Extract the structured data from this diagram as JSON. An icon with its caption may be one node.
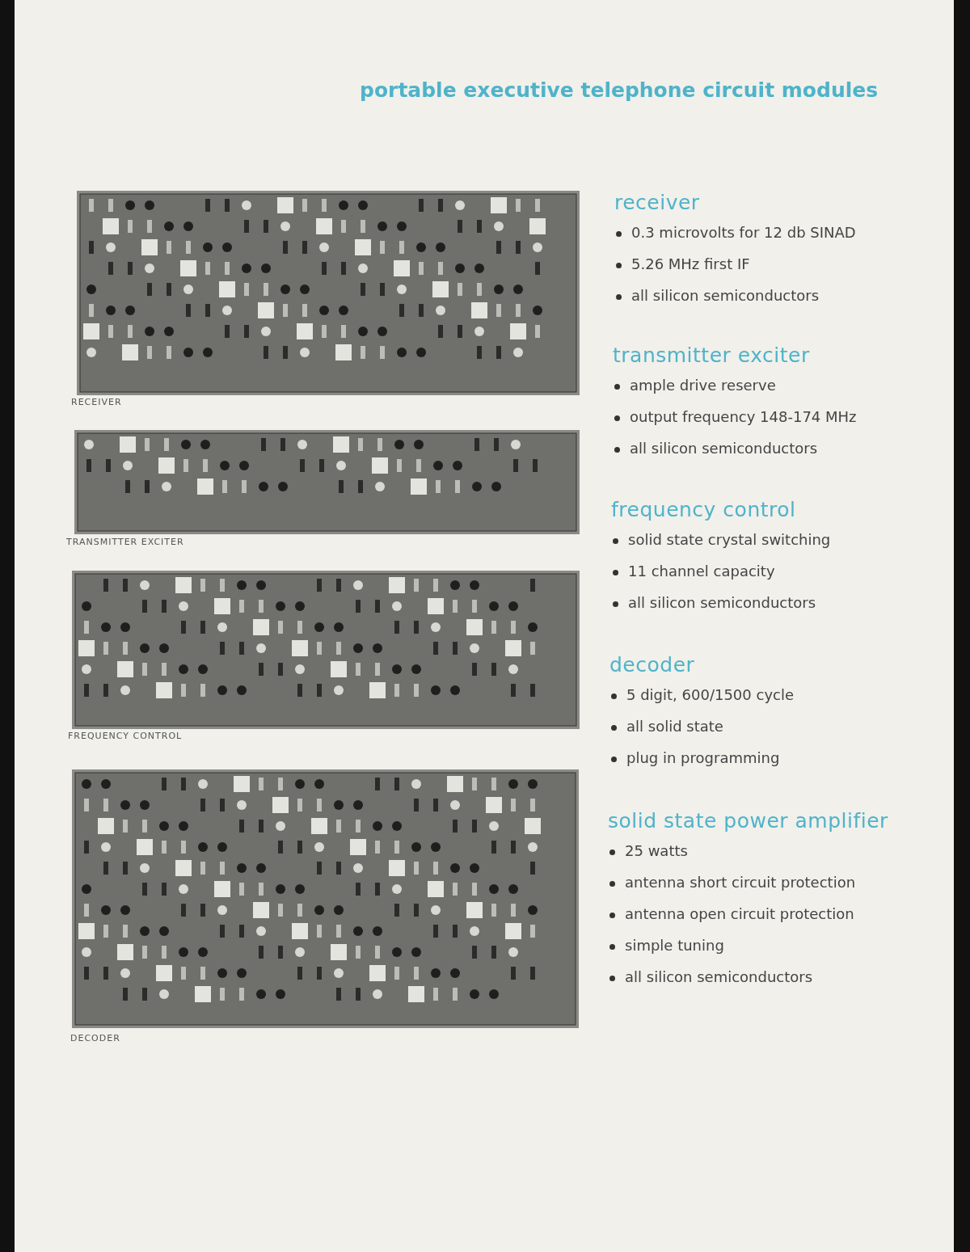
{
  "diagram": {
    "title": "portable executive telephone circuit modules",
    "nodes": [
      {
        "text": [],
        "shape": "picture",
        "beside": [
          "RECEIVER"
        ]
      },
      {
        "text": [],
        "shape": "picture",
        "beside": [
          "TRANSMITTER EXCITER"
        ]
      },
      {
        "text": [],
        "shape": "picture",
        "beside": [
          "FREQUENCY CONTROL"
        ]
      },
      {
        "text": [],
        "shape": "picture",
        "beside": [
          "DECODER"
        ]
      }
    ],
    "edges": [],
    "labels": [
      "receiver",
      "0.3 microvolts for 12 db SINAD",
      "5.26 MHz first IF",
      "all silicon semiconductors",
      "transmitter exciter",
      "ample drive reserve",
      "output frequency 148-174 MHz",
      "all silicon semiconductors",
      "frequency control",
      "solid state crystal switching",
      "11 channel capacity",
      "all silicon semiconductors",
      "decoder",
      "5 digit, 600/1500 cycle",
      "all solid state",
      "plug in programming",
      "solid state power amplifier",
      "25 watts",
      "antenna short circuit protection",
      "antenna open circuit protection",
      "simple tuning",
      "all silicon semiconductors"
    ]
  }
}
